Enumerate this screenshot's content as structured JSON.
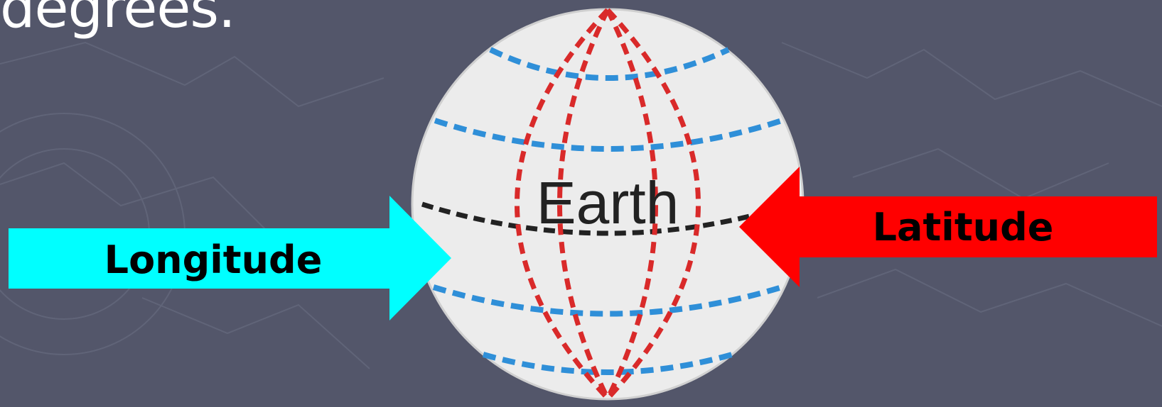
{
  "slide": {
    "text": "degrees."
  },
  "diagram": {
    "globe_label": "Earth",
    "longitude_label": "Longitude",
    "latitude_label": "Latitude"
  },
  "colors": {
    "background": "#53566a",
    "longitude_arrow": "#00ffff",
    "latitude_arrow": "#ff0000",
    "meridians": "#d92a2a",
    "parallels": "#2f8fd8",
    "equator": "#222222",
    "globe": "#ececec"
  },
  "icons": {
    "background_pattern": "faint-map-compass-pattern"
  }
}
